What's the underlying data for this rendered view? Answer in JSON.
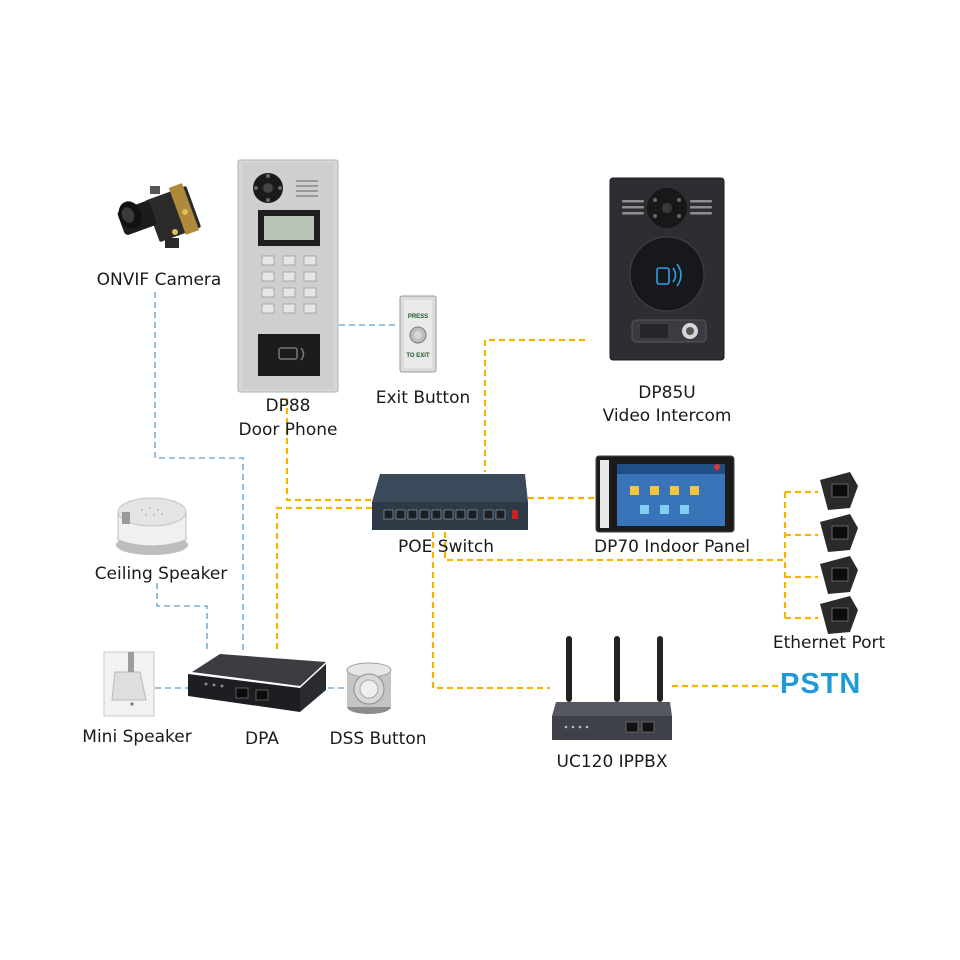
{
  "colors": {
    "poe_link": "#f5b400",
    "audio_link": "#7aaed6",
    "pstn": "#1e9ad6",
    "device_dark": "#2b2d31",
    "panel_steel": "#c9c9c9"
  },
  "nodes": {
    "onvif_camera": {
      "label": "ONVIF Camera",
      "icon": "camera-module-icon"
    },
    "dp88": {
      "label_line1": "DP88",
      "label_line2": "Door Phone",
      "icon": "door-phone-icon"
    },
    "exit_button": {
      "label": "Exit Button",
      "icon": "exit-button-icon",
      "plate_top": "PRESS",
      "plate_bottom": "TO EXIT"
    },
    "dp85u": {
      "label_line1": "DP85U",
      "label_line2": "Video Intercom",
      "icon": "video-intercom-icon"
    },
    "poe_switch": {
      "label": "POE Switch",
      "icon": "poe-switch-icon"
    },
    "dp70": {
      "label": "DP70 Indoor Panel",
      "icon": "indoor-panel-icon"
    },
    "ceiling_speaker": {
      "label": "Ceiling Speaker",
      "icon": "ceiling-speaker-icon"
    },
    "ethernet_port": {
      "label": "Ethernet Port",
      "icon": "ethernet-port-icon"
    },
    "pstn": {
      "label": "PSTN"
    },
    "mini_speaker": {
      "label": "Mini Speaker",
      "icon": "mini-speaker-icon"
    },
    "dpa": {
      "label": "DPA",
      "icon": "dpa-box-icon"
    },
    "dss_button": {
      "label": "DSS Button",
      "icon": "dss-button-icon"
    },
    "uc120": {
      "label": "UC120 IPPBX",
      "icon": "ippbx-router-icon"
    }
  }
}
